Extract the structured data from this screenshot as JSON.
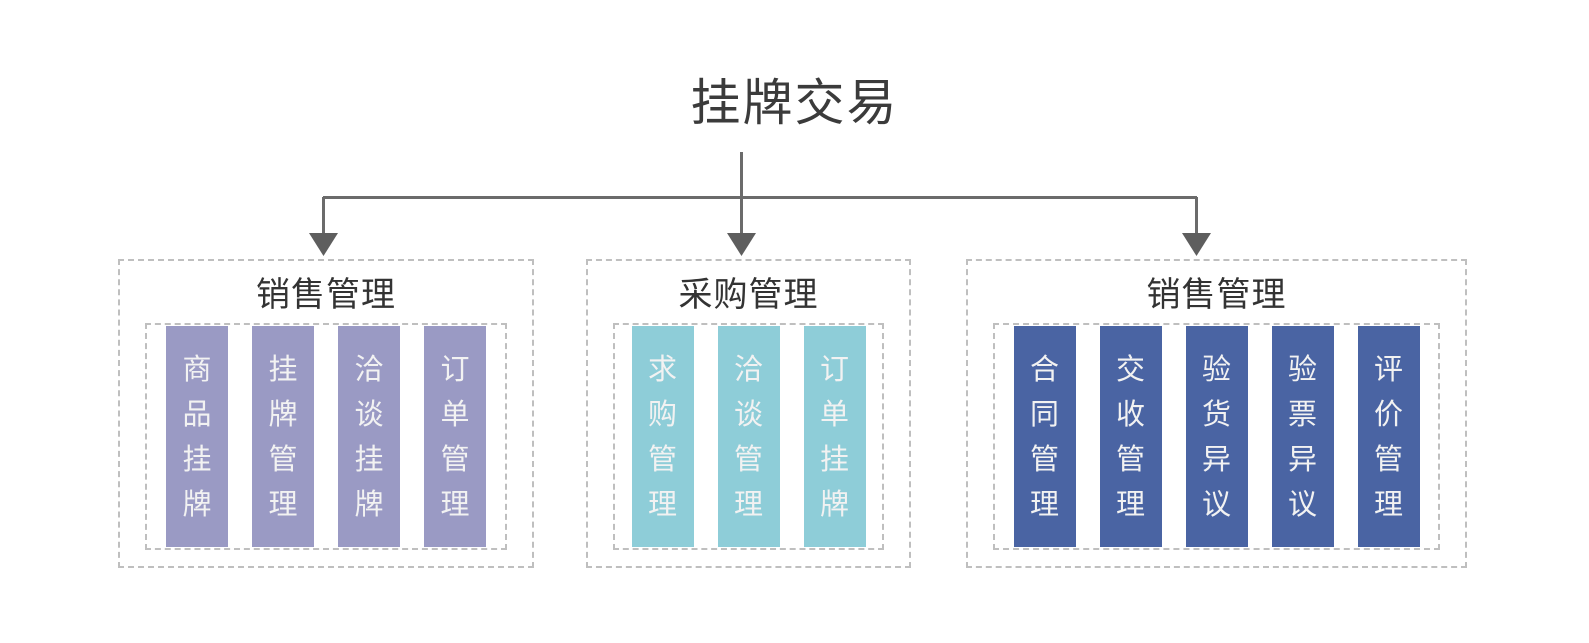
{
  "diagram": {
    "root": {
      "title": "挂牌交易"
    },
    "connector": {
      "color": "#6b6b6b",
      "arrow_count": 3
    },
    "palette": {
      "purple": "#9a9ac4",
      "teal": "#8ecdd8",
      "blue": "#4a64a3",
      "dashed_border": "#bfbfbf",
      "title_text": "#3b3b3b",
      "bar_text": "#f2f2f2",
      "background": "#ffffff"
    },
    "groups": [
      {
        "id": "group-sales-listing",
        "title": "销售管理",
        "color": "#9a9ac4",
        "items": [
          {
            "label": "商品挂牌"
          },
          {
            "label": "挂牌管理"
          },
          {
            "label": "洽谈挂牌"
          },
          {
            "label": "订单管理"
          }
        ]
      },
      {
        "id": "group-purchase",
        "title": "采购管理",
        "color": "#8ecdd8",
        "items": [
          {
            "label": "求购管理"
          },
          {
            "label": "洽谈管理"
          },
          {
            "label": "订单挂牌"
          }
        ]
      },
      {
        "id": "group-sales-fulfillment",
        "title": "销售管理",
        "color": "#4a64a3",
        "items": [
          {
            "label": "合同管理"
          },
          {
            "label": "交收管理"
          },
          {
            "label": "验货异议"
          },
          {
            "label": "验票异议"
          },
          {
            "label": "评价管理"
          }
        ]
      }
    ]
  }
}
